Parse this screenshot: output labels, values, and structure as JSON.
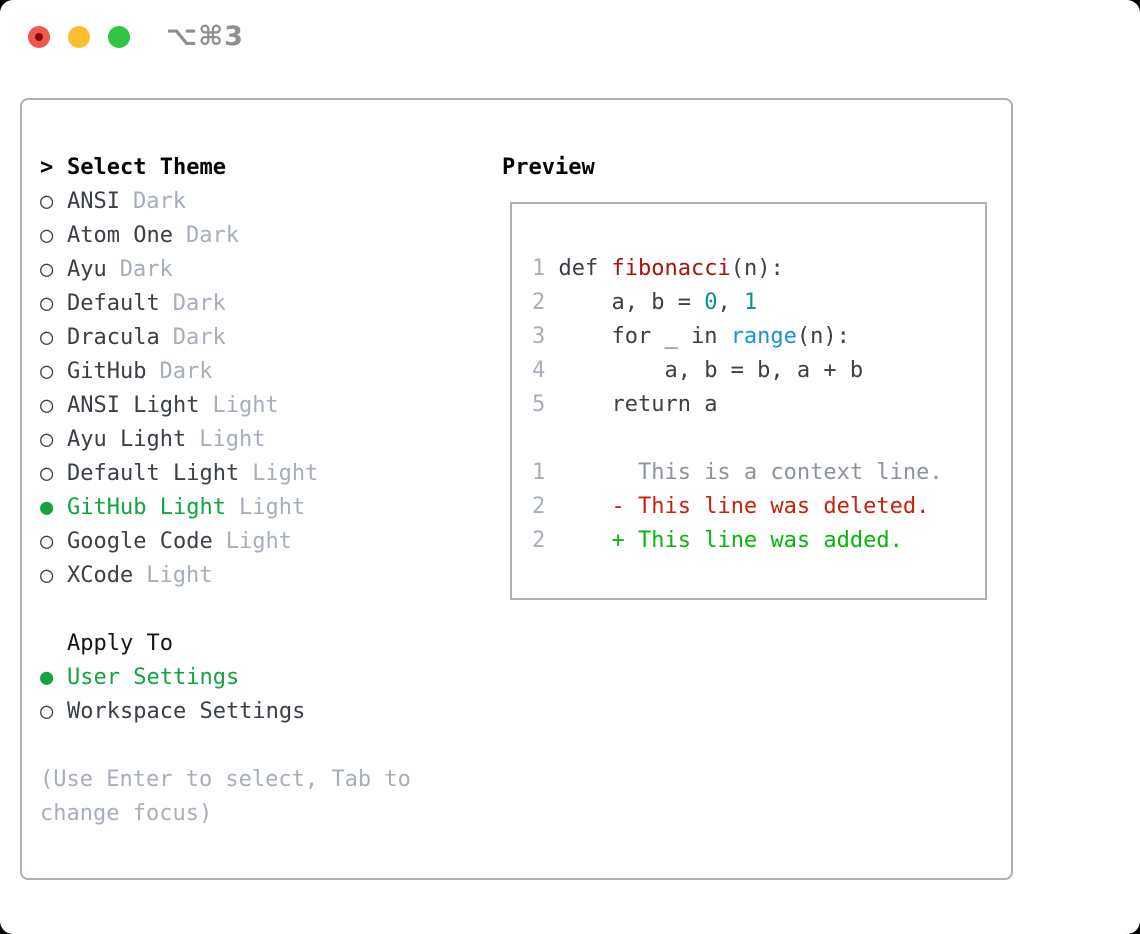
{
  "titlebar": {
    "shortcut": "⌥⌘3",
    "window_controls": [
      "close",
      "minimize",
      "zoom"
    ]
  },
  "select_theme": {
    "prompt": ">",
    "title": "Select Theme",
    "items": [
      {
        "marker": "○",
        "name": "ANSI",
        "variant": "Dark",
        "selected": false
      },
      {
        "marker": "○",
        "name": "Atom One",
        "variant": "Dark",
        "selected": false
      },
      {
        "marker": "○",
        "name": "Ayu",
        "variant": "Dark",
        "selected": false
      },
      {
        "marker": "○",
        "name": "Default",
        "variant": "Dark",
        "selected": false
      },
      {
        "marker": "○",
        "name": "Dracula",
        "variant": "Dark",
        "selected": false
      },
      {
        "marker": "○",
        "name": "GitHub",
        "variant": "Dark",
        "selected": false
      },
      {
        "marker": "○",
        "name": "ANSI Light",
        "variant": "Light",
        "selected": false
      },
      {
        "marker": "○",
        "name": "Ayu Light",
        "variant": "Light",
        "selected": false
      },
      {
        "marker": "○",
        "name": "Default Light",
        "variant": "Light",
        "selected": false
      },
      {
        "marker": "●",
        "name": "GitHub Light",
        "variant": "Light",
        "selected": true
      },
      {
        "marker": "○",
        "name": "Google Code",
        "variant": "Light",
        "selected": false
      },
      {
        "marker": "○",
        "name": "XCode",
        "variant": "Light",
        "selected": false
      }
    ]
  },
  "apply_to": {
    "title": "Apply To",
    "items": [
      {
        "marker": "●",
        "name": "User Settings",
        "selected": true
      },
      {
        "marker": "○",
        "name": "Workspace Settings",
        "selected": false
      }
    ]
  },
  "help": {
    "line1": "(Use Enter to select, Tab to",
    "line2": "change focus)"
  },
  "preview": {
    "title": "Preview",
    "lines": [
      {
        "num": "1",
        "segs": [
          {
            "t": " def ",
            "k": "code"
          },
          {
            "t": "fibonacci",
            "k": "fn"
          },
          {
            "t": "(n):",
            "k": "code"
          }
        ]
      },
      {
        "num": "2",
        "segs": [
          {
            "t": "     a, b = ",
            "k": "code"
          },
          {
            "t": "0",
            "k": "num"
          },
          {
            "t": ", ",
            "k": "code"
          },
          {
            "t": "1",
            "k": "num"
          }
        ]
      },
      {
        "num": "3",
        "segs": [
          {
            "t": "     for _ in ",
            "k": "code"
          },
          {
            "t": "range",
            "k": "builtin"
          },
          {
            "t": "(n):",
            "k": "code"
          }
        ]
      },
      {
        "num": "4",
        "segs": [
          {
            "t": "         a, b = b, a + b",
            "k": "code"
          }
        ]
      },
      {
        "num": "5",
        "segs": [
          {
            "t": "     return a",
            "k": "code"
          }
        ]
      },
      {
        "num": "",
        "segs": []
      },
      {
        "num": "1",
        "segs": [
          {
            "t": "       This is a context line.",
            "k": "context"
          }
        ]
      },
      {
        "num": "2",
        "segs": [
          {
            "t": "     ",
            "k": "code"
          },
          {
            "t": "- This line was deleted.",
            "k": "removed"
          }
        ]
      },
      {
        "num": "2",
        "segs": [
          {
            "t": "     ",
            "k": "code"
          },
          {
            "t": "+ This line was added.",
            "k": "added"
          }
        ]
      }
    ]
  },
  "colors": {
    "selection_green": "#11a53f",
    "added_green": "#07b707",
    "removed_red": "#c9210e",
    "function_red": "#a6140e",
    "number_teal": "#0a8f94",
    "builtin_blue": "#1b93d0",
    "muted_gray": "#a6aeba",
    "text_dark": "#3a4046",
    "border_gray": "#a9b1ba",
    "traffic_red": "#f2564d",
    "traffic_yellow": "#fcbd2f",
    "traffic_green": "#2ec643"
  }
}
